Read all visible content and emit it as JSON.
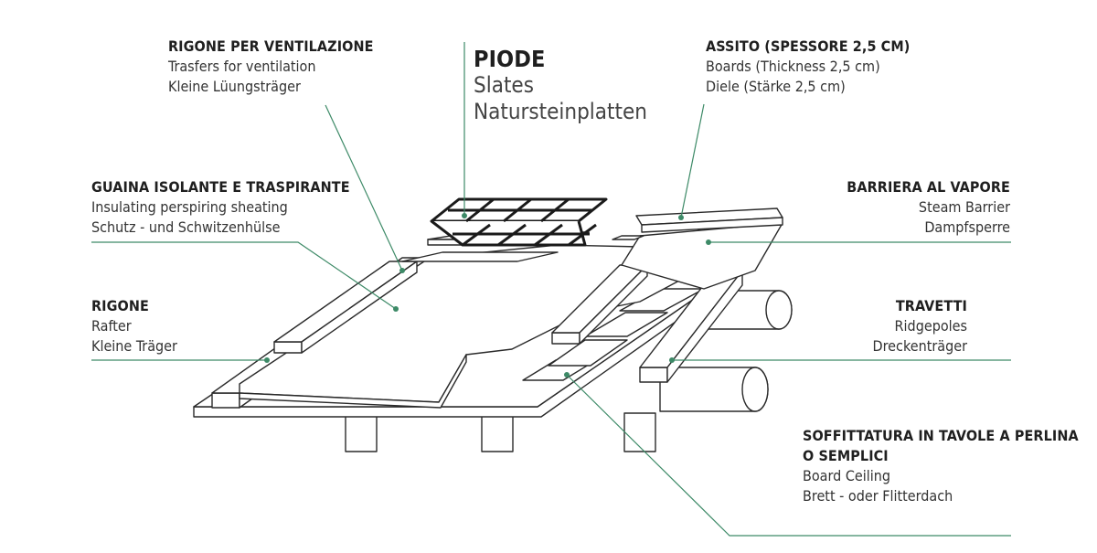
{
  "colors": {
    "leader": "#3d8a67",
    "ink": "#2a2a2a",
    "text": "#333333"
  },
  "labels": {
    "rigone_vent": {
      "title": "RIGONE PER VENTILAZIONE",
      "en": "Trasfers for ventilation",
      "de": "Kleine Lüungsträger"
    },
    "piode": {
      "title": "PIODE",
      "en": "Slates",
      "de": "Natursteinplatten"
    },
    "assito": {
      "title": "ASSITO (SPESSORE 2,5 CM)",
      "en": "Boards (Thickness 2,5 cm)",
      "de": "Diele (Stärke 2,5 cm)"
    },
    "guaina": {
      "title": "GUAINA ISOLANTE E TRASPIRANTE",
      "en": "Insulating perspiring sheating",
      "de": "Schutz - und Schwitzenhülse"
    },
    "barriera": {
      "title": "BARRIERA AL VAPORE",
      "en": "Steam Barrier",
      "de": "Dampfsperre"
    },
    "rigone": {
      "title": "RIGONE",
      "en": "Rafter",
      "de": "Kleine Träger"
    },
    "travetti": {
      "title": "TRAVETTI",
      "en": "Ridgepoles",
      "de": "Dreckenträger"
    },
    "soffittatura": {
      "title_1": "SOFFITTATURA IN TAVOLE A PERLINA",
      "title_2": "O SEMPLICI",
      "en": "Board Ceiling",
      "de": "Brett - oder Flitterdach"
    }
  }
}
